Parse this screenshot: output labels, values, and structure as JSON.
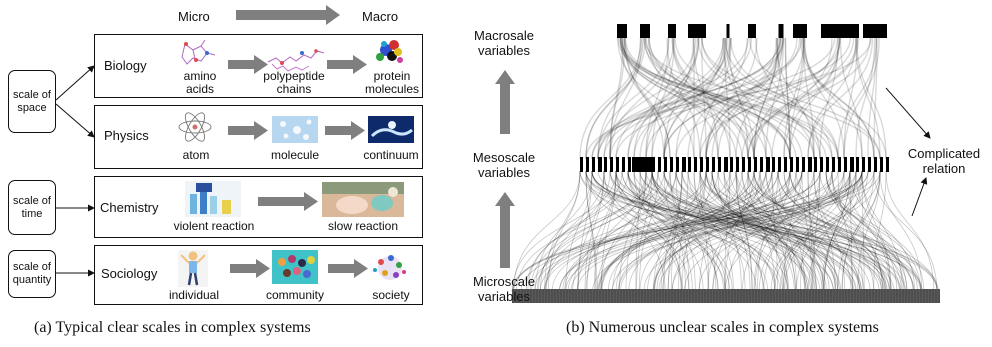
{
  "panel_a": {
    "micro_label": "Micro",
    "macro_label": "Macro",
    "scales": [
      {
        "label": "scale of space"
      },
      {
        "label": "scale of time"
      },
      {
        "label": "scale of quantity"
      }
    ],
    "rows": [
      {
        "field": "Biology",
        "items": [
          "amino acids",
          "polypeptide chains",
          "protein molecules"
        ]
      },
      {
        "field": "Physics",
        "items": [
          "atom",
          "molecule",
          "continuum"
        ]
      },
      {
        "field": "Chemistry",
        "items": [
          "violent reaction",
          "slow reaction"
        ]
      },
      {
        "field": "Sociology",
        "items": [
          "individual",
          "community",
          "society"
        ]
      }
    ],
    "caption": "(a)  Typical clear scales in complex systems"
  },
  "panel_b": {
    "levels": [
      "Macrosale variables",
      "Mesoscale variables",
      "Microscale variables"
    ],
    "complicated_relation": "Complicated relation",
    "caption": "(b)  Numerous unclear scales in complex systems"
  }
}
